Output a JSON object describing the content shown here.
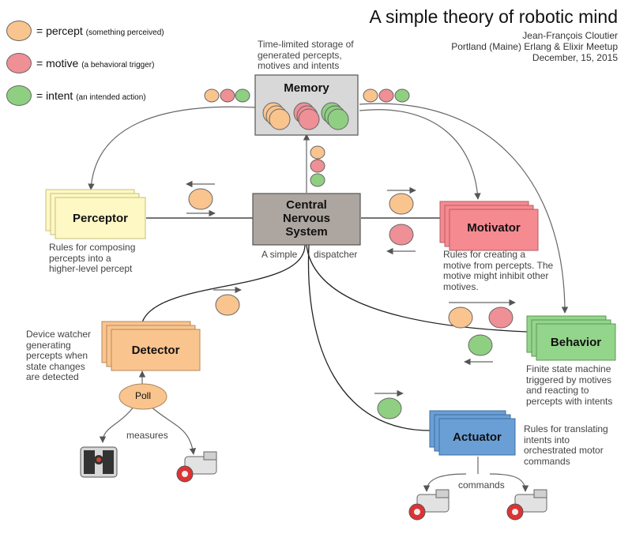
{
  "title": "A simple theory of robotic mind",
  "credit": {
    "author": "Jean-François Cloutier",
    "event": "Portland (Maine) Erlang & Elixir Meetup",
    "date": "December, 15, 2015"
  },
  "legend": [
    {
      "label": "= percept",
      "note": "(something perceived)",
      "color": "#f9c48e"
    },
    {
      "label": "= motive",
      "note": "(a behavioral trigger)",
      "color": "#ef8f96"
    },
    {
      "label": "= intent",
      "note": "(an intended action)",
      "color": "#8fcf82"
    }
  ],
  "colors": {
    "percept": "#f9c48e",
    "motive": "#ef8f96",
    "intent": "#8fcf82",
    "perceptor_box": "#fdf8c4",
    "motivator_box": "#f68a91",
    "behavior_box": "#93d58a",
    "actuator_box": "#6a9fd6",
    "detector_box": "#f9c48e",
    "memory_box": "#d8d8d8",
    "cns_box": "#ada6a0"
  },
  "nodes": {
    "memory": "Memory",
    "cns_line1": "Central",
    "cns_line2": "Nervous",
    "cns_line3": "System",
    "perceptor": "Perceptor",
    "motivator": "Motivator",
    "detector": "Detector",
    "behavior": "Behavior",
    "actuator": "Actuator",
    "poll": "Poll"
  },
  "annotations": {
    "memory": [
      "Time-limited storage of",
      "generated percepts,",
      "motives and intents"
    ],
    "cns_left": "A simple",
    "cns_right": "dispatcher",
    "perceptor": [
      "Rules for composing",
      "percepts into a",
      "higher-level percept"
    ],
    "motivator": [
      "Rules for creating a",
      "motive from percepts. The",
      "motive might inhibit other",
      "motives."
    ],
    "detector": [
      "Device watcher",
      "generating",
      "percepts when",
      "state changes",
      "are detected"
    ],
    "behavior": [
      "Finite state machine",
      "triggered by motives",
      "and reacting to",
      "percepts with intents"
    ],
    "actuator": [
      "Rules for translating",
      "intents into",
      "orchestrated motor",
      "commands"
    ],
    "measures": "measures",
    "commands": "commands"
  },
  "icons": {
    "sensor": "color-sensor-icon",
    "motor": "motor-icon"
  }
}
